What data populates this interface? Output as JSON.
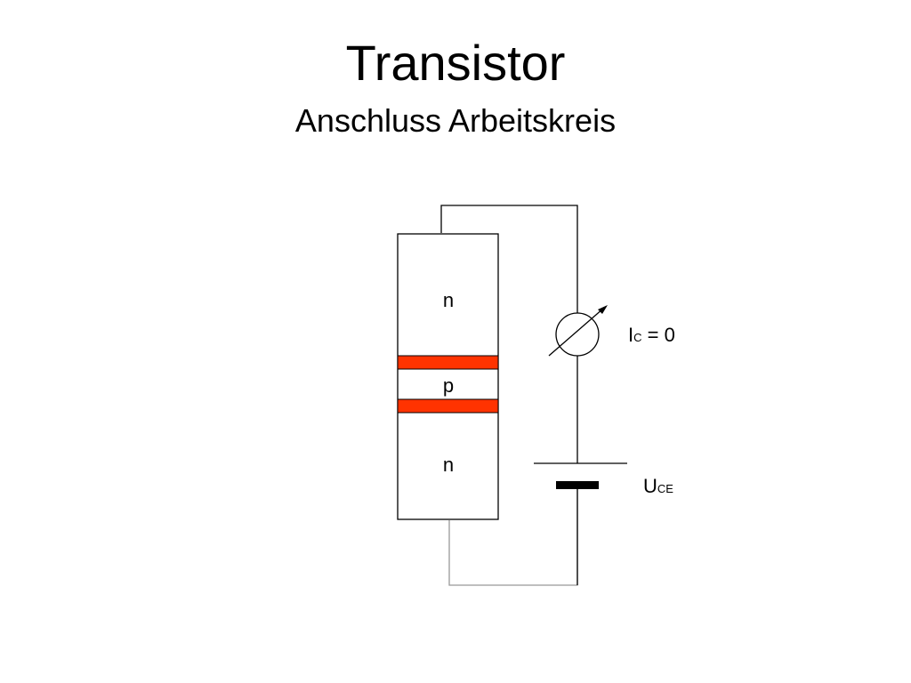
{
  "slide": {
    "title": "Transistor",
    "subtitle": "Anschluss Arbeitskreis"
  },
  "transistor": {
    "top_layer_label": "n",
    "middle_layer_label": "p",
    "bottom_layer_label": "n",
    "junction_color": "#FF3300"
  },
  "meter": {
    "symbol_letter": "I",
    "subscript": "C",
    "value_text": " = 0"
  },
  "source": {
    "symbol_letter": "U",
    "subscript": "CE"
  },
  "colors": {
    "wire": "#000000",
    "wire_return": "#999999",
    "junction": "#FF3300"
  }
}
